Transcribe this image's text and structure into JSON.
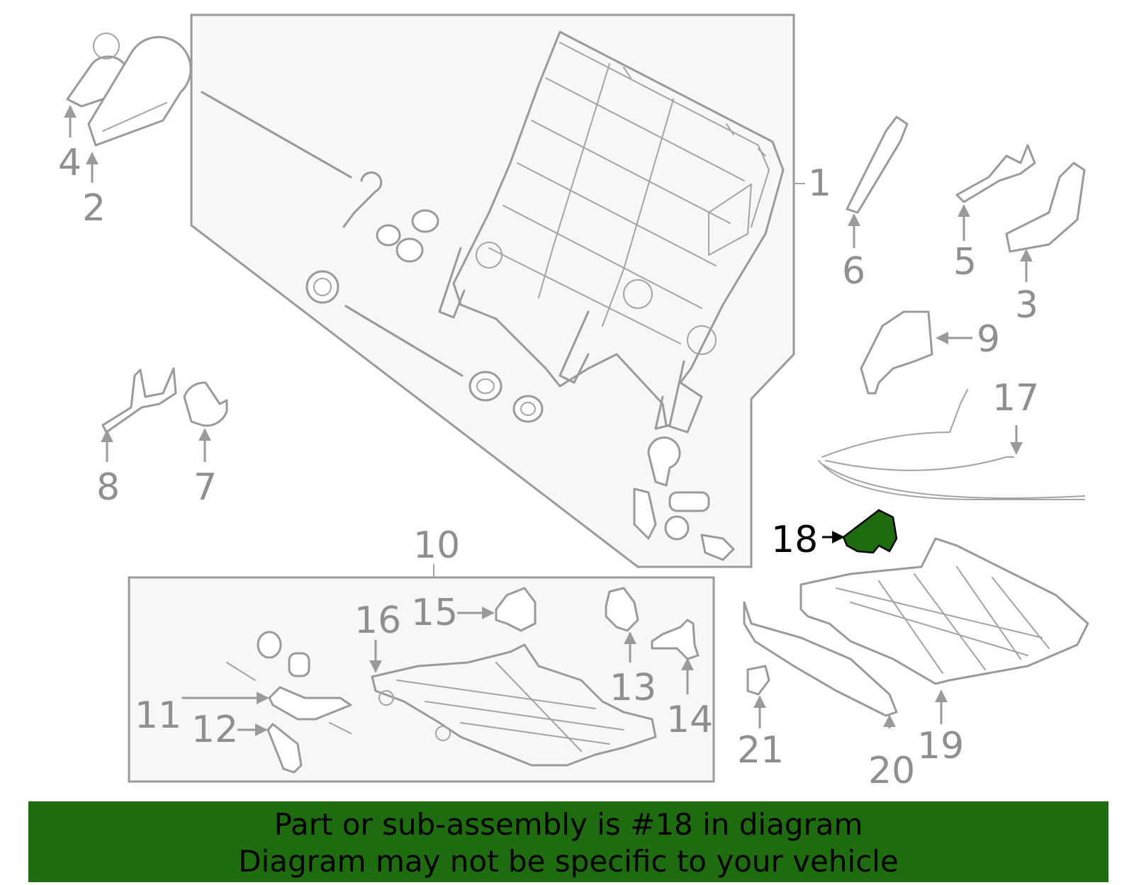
{
  "callouts": {
    "c1": "1",
    "c2": "2",
    "c3": "3",
    "c4": "4",
    "c5": "5",
    "c6": "6",
    "c7": "7",
    "c8": "8",
    "c9": "9",
    "c10": "10",
    "c11": "11",
    "c12": "12",
    "c13": "13",
    "c14": "14",
    "c15": "15",
    "c16": "16",
    "c17": "17",
    "c18": "18",
    "c19": "19",
    "c20": "20",
    "c21": "21"
  },
  "highlight": {
    "part": "18",
    "color": "#1e6b10"
  },
  "banner": {
    "line1": "Part or sub-assembly is #18 in diagram",
    "line2": "Diagram may not be specific to your vehicle",
    "color": "#1e6b10"
  }
}
